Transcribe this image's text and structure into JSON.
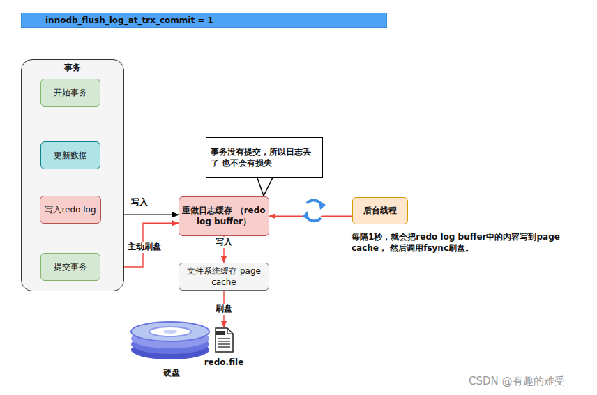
{
  "diagram": {
    "title": "innodb_flush_log_at_trx_commit = 1",
    "nodes": [
      {
        "text": [
          "事务"
        ]
      },
      {
        "text": [
          "开始事务"
        ],
        "in": 0
      },
      {
        "text": [
          "更新数据"
        ],
        "in": 0
      },
      {
        "text": [
          "写入redo log"
        ],
        "in": 0
      },
      {
        "text": [
          "提交事务"
        ],
        "in": 0
      },
      {
        "text": [
          "事务没有提交，所以日志丢了 也不会有损失"
        ]
      },
      {
        "text": [
          "重做日志缓存 （redo log buffer）"
        ]
      },
      {
        "text": [
          "后台线程"
        ]
      },
      {
        "text": [
          "文件系统缓存 page cache"
        ]
      },
      {
        "text": [
          "redo.file"
        ]
      }
    ],
    "edges": [
      {
        "from": 1,
        "to": 2,
        "arrow": "to"
      },
      {
        "from": 2,
        "to": 3,
        "arrow": "to"
      },
      {
        "from": 3,
        "to": 4,
        "arrow": "to"
      },
      {
        "from": 3,
        "to": 6,
        "label": "写入",
        "arrow": "to"
      },
      {
        "from": 4,
        "to": 6,
        "label": "主动刷盘",
        "arrow": "to"
      },
      {
        "from": 7,
        "to": 6,
        "arrow": "to"
      },
      {
        "from": 6,
        "to": 8,
        "label": "写入",
        "arrow": "to"
      },
      {
        "from": 8,
        "to": 9,
        "label": "刷盘",
        "arrow": "to"
      }
    ],
    "labels": [
      "每隔1秒，就会把redo log buffer中的内容写到page cache， 然后调用fsync刷盘。",
      "硬盘",
      "CSDN @有趣的难受"
    ]
  }
}
